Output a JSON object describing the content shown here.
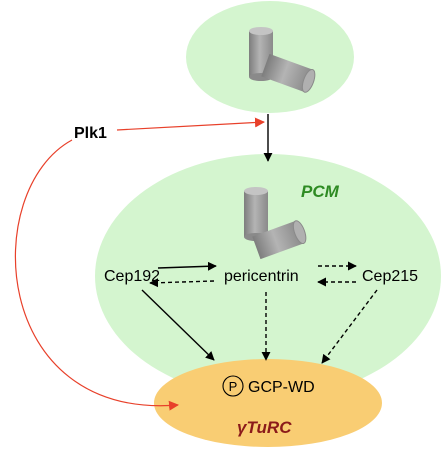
{
  "diagram": {
    "labels": {
      "plk1": "Plk1",
      "pcm": "PCM",
      "cep192": "Cep192",
      "pericentrin": "pericentrin",
      "cep215": "Cep215",
      "phospho": "P",
      "gcp_wd": "GCP-WD",
      "gamma_turc": "γTuRC"
    },
    "colors": {
      "ellipse_fill": "#d4f5cf",
      "turc_fill": "#f9cd73",
      "pcm_text": "#2e8b23",
      "turc_text": "#8b1a1a",
      "red_arrow": "#e8402a",
      "centriole_gray": "#9d9d9d",
      "arrow_black": "#000000"
    }
  }
}
